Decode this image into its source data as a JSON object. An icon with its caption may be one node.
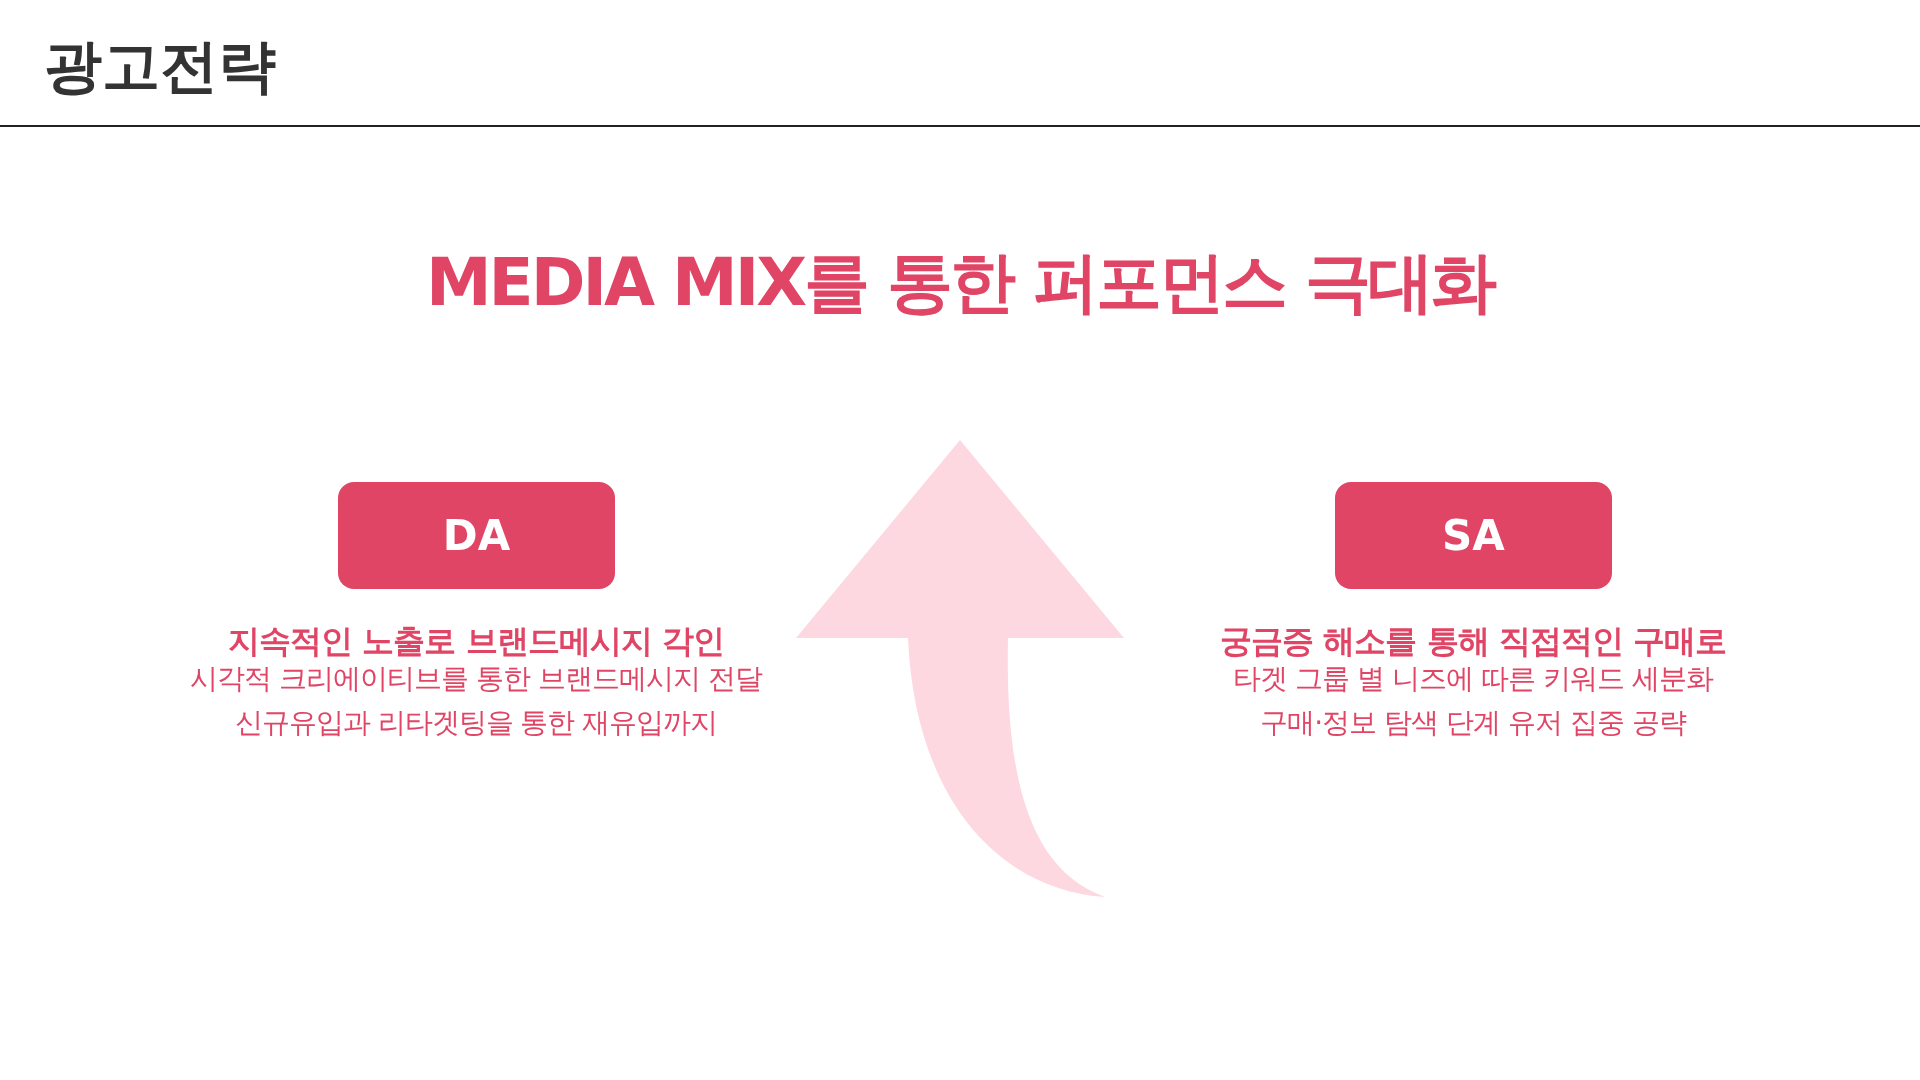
{
  "diagram": {
    "title": "광고전략",
    "nodes": [
      {
        "text": [
          "DA"
        ],
        "beside": [
          "지속적인 노출로 브랜드메시지 각인",
          "시각적 크리에이티브를 통한 브랜드메시지 전달",
          "신규유입과 리타겟팅을 통한 재유입까지"
        ]
      },
      {
        "text": [
          "SA"
        ],
        "beside": [
          "궁금증 해소를 통해 직접적인 구매로",
          "타겟 그룹 별 니즈에 따른 키워드 세분화",
          "구매·정보 탐색 단계 유저 집중 공략"
        ]
      }
    ],
    "edges": [],
    "labels": [
      "MEDIA MIX를 통한 퍼포먼스 극대화"
    ]
  }
}
